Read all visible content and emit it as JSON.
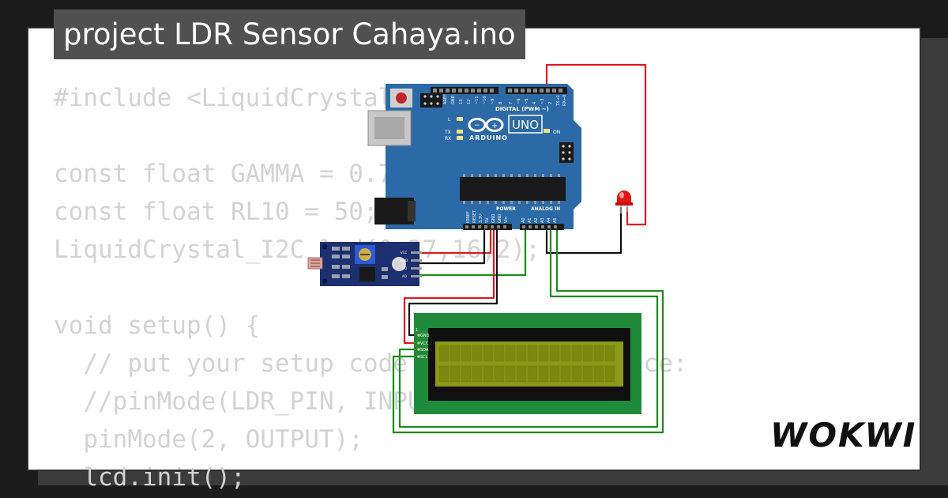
{
  "project": {
    "title": "project LDR Sensor Cahaya.ino"
  },
  "code": {
    "lines": [
      "#include <LiquidCrystal_I2C.h>",
      "",
      "const float GAMMA = 0.7;",
      "const float RL10 = 50;",
      "LiquidCrystal_I2C lcd(0x27,16,2);",
      "",
      "void setup() {",
      "  // put your setup code here, to run once:",
      "  //pinMode(LDR_PIN, INPUT);",
      "  pinMode(2, OUTPUT);",
      "  lcd.init();"
    ]
  },
  "arduino": {
    "brand": "ARDUINO",
    "model": "UNO",
    "digital_label": "DIGITAL (PWM ~)",
    "power_label": "POWER",
    "analog_label": "ANALOG IN",
    "on_label": "ON",
    "tx_label": "TX",
    "rx_label": "RX",
    "l_label": "L"
  },
  "ldr_module": {
    "pins": [
      "VCC",
      "GND",
      "DO",
      "AO"
    ]
  },
  "lcd": {
    "pins": [
      "GND",
      "VCC",
      "SDA",
      "SCL"
    ]
  },
  "colors": {
    "board_blue": "#2b6aa6",
    "wire_red": "#e0191b",
    "wire_black": "#111111",
    "wire_green": "#1a8c1a",
    "lcd_pcb": "#1e8a3a",
    "lcd_screen": "#8a9a16",
    "led_red": "#e01515"
  },
  "branding": {
    "logo": "WOKWI"
  }
}
